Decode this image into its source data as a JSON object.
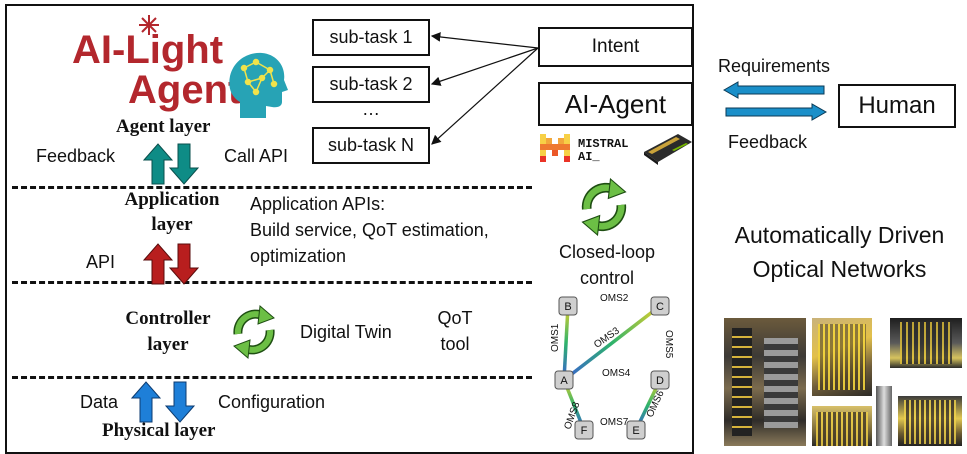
{
  "logo": {
    "line1": "AI-Light",
    "line2": "Agent"
  },
  "layers": {
    "agent": "Agent layer",
    "application_l1": "Application",
    "application_l2": "layer",
    "controller_l1": "Controller",
    "controller_l2": "layer",
    "physical": "Physical layer"
  },
  "arrows": {
    "feedback": "Feedback",
    "call_api": "Call API",
    "api": "API",
    "data": "Data",
    "configuration": "Configuration"
  },
  "subtasks": [
    "sub-task 1",
    "sub-task 2",
    "…",
    "sub-task N"
  ],
  "intent": "Intent",
  "agent_box": "AI-Agent",
  "mistral": {
    "line1": "MISTRAL",
    "line2": "AI_"
  },
  "app_apis": {
    "line1": "Application APIs:",
    "line2": "Build service, QoT estimation,",
    "line3": "optimization"
  },
  "closed_loop": {
    "line1": "Closed-loop",
    "line2": "control"
  },
  "digital_twin": "Digital Twin",
  "qot_tool": {
    "line1": "QoT",
    "line2": "tool"
  },
  "network": {
    "nodes": [
      "A",
      "B",
      "C",
      "D",
      "E",
      "F"
    ],
    "links": [
      "OMS1",
      "OMS2",
      "OMS3",
      "OMS4",
      "OMS5",
      "OMS6",
      "OMS7",
      "OMS8"
    ]
  },
  "right": {
    "requirements": "Requirements",
    "feedback": "Feedback",
    "human": "Human",
    "title_l1": "Automatically Driven",
    "title_l2": "Optical Networks"
  },
  "colors": {
    "teal": "#0e8c86",
    "red": "#b81e1e",
    "blue": "#1e7fd8",
    "green": "#5aa83c",
    "brand_red": "#b3272d",
    "human_arrow": "#1a8fc9"
  }
}
